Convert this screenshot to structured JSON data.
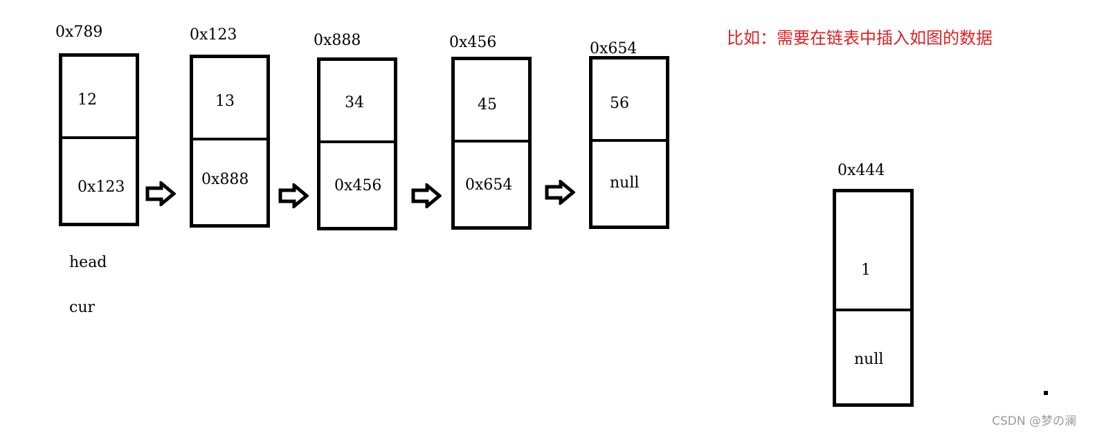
{
  "nodes": [
    {
      "address": "0x789",
      "value": "12",
      "next": "0x123"
    },
    {
      "address": "0x123",
      "value": "13",
      "next": "0x888"
    },
    {
      "address": "0x888",
      "value": "34",
      "next": "0x456"
    },
    {
      "address": "0x456",
      "value": "45",
      "next": "0x654"
    },
    {
      "address": "0x654",
      "value": "56",
      "next": "null"
    }
  ],
  "pointer_labels": {
    "head": "head",
    "cur": "cur"
  },
  "new_node": {
    "address": "0x444",
    "value": "1",
    "next": "null"
  },
  "note": "比如：需要在链表中插入如图的数据",
  "watermark": "CSDN @梦の澜",
  "colors": {
    "note": "#e02020",
    "stroke": "#000000",
    "watermark": "#9a9a9a"
  }
}
